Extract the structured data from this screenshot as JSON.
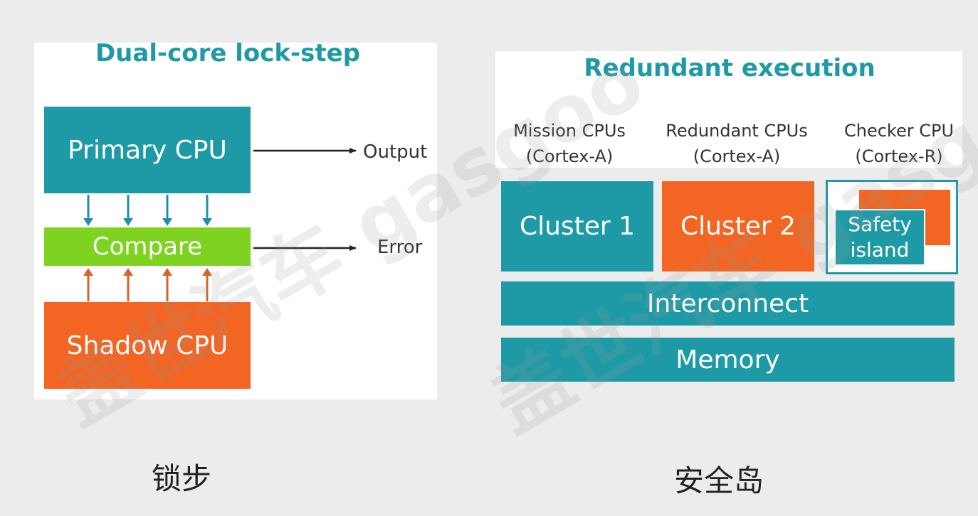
{
  "lockstep": {
    "title": "Dual-core lock-step",
    "primary": "Primary CPU",
    "compare": "Compare",
    "shadow": "Shadow CPU",
    "output": "Output",
    "error": "Error",
    "caption": "锁步"
  },
  "redundant": {
    "title": "Redundant execution",
    "columns": [
      {
        "line1": "Mission CPUs",
        "line2": "(Cortex-A)"
      },
      {
        "line1": "Redundant CPUs",
        "line2": "(Cortex-A)"
      },
      {
        "line1": "Checker CPU",
        "line2": "(Cortex-R)"
      }
    ],
    "cluster1": "Cluster 1",
    "cluster2": "Cluster 2",
    "safety_line1": "Safety",
    "safety_line2": "island",
    "interconnect": "Interconnect",
    "memory": "Memory",
    "caption": "安全岛"
  },
  "watermark": {
    "text": "盖世汽车 gasgoo"
  },
  "colors": {
    "teal": "#1e9aa6",
    "orange": "#f26522",
    "green": "#7ed321",
    "arrow_teal": "#1f8fb0",
    "arrow_orange": "#d8622a"
  }
}
